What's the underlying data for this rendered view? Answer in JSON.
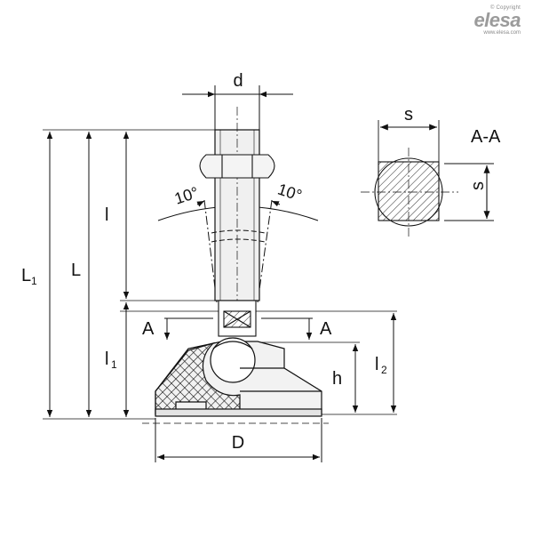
{
  "brand": {
    "copyright": "© Copyright",
    "logo": "elesa",
    "url": "www.elesa.com"
  },
  "labels": {
    "d": "d",
    "s_top": "s",
    "s_side": "s",
    "section": "A-A",
    "L1_main": "L",
    "L1_sub": "1",
    "L": "L",
    "l": "l",
    "l1_main": "l",
    "l1_sub": "1",
    "l2_main": "l",
    "l2_sub": "2",
    "h": "h",
    "D": "D",
    "angle_left": "10°",
    "angle_right": "10°",
    "A_left": "A",
    "A_right": "A"
  }
}
